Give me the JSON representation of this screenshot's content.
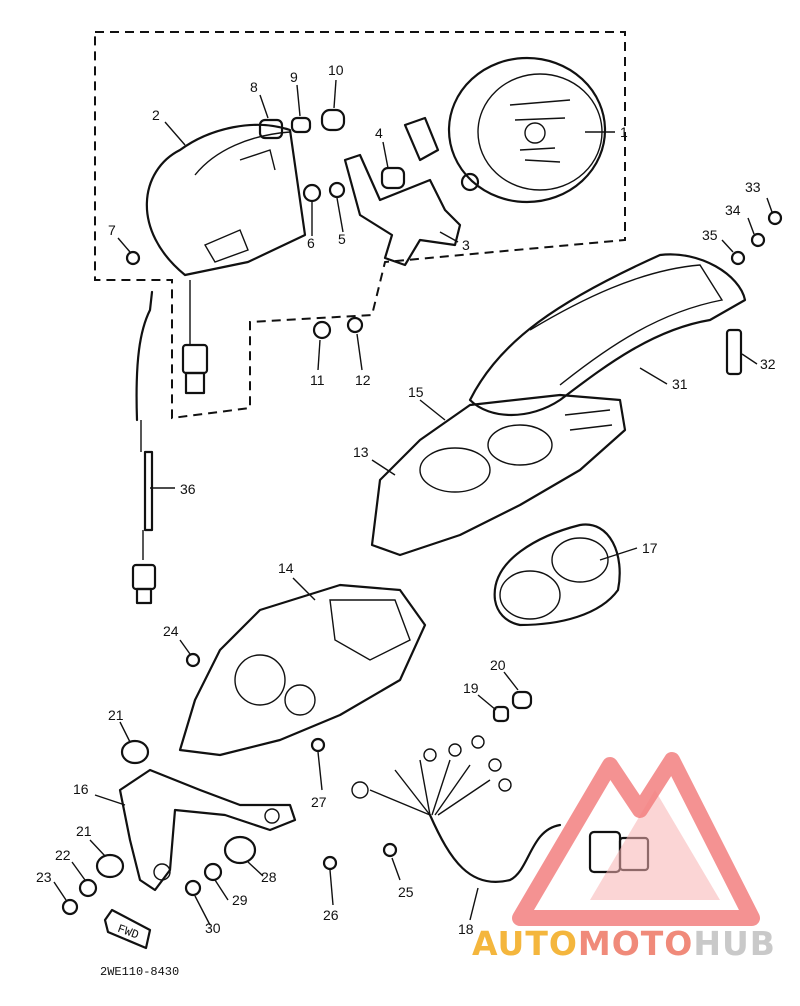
{
  "diagram": {
    "callouts": [
      "1",
      "2",
      "3",
      "4",
      "5",
      "6",
      "7",
      "8",
      "9",
      "10",
      "11",
      "12",
      "13",
      "14",
      "15",
      "16",
      "17",
      "18",
      "19",
      "20",
      "21",
      "21",
      "22",
      "23",
      "24",
      "25",
      "26",
      "27",
      "28",
      "29",
      "30",
      "31",
      "32",
      "33",
      "34",
      "35",
      "36"
    ],
    "drawing_code": "2WE110-8430",
    "arrow_label": "FWD"
  },
  "watermark": {
    "part1": "AUTO",
    "part2": "MOTO",
    "part3": "HUB",
    "color1": "#f4b63d",
    "color2": "#f08a7a",
    "color3": "#c9c9c9"
  }
}
